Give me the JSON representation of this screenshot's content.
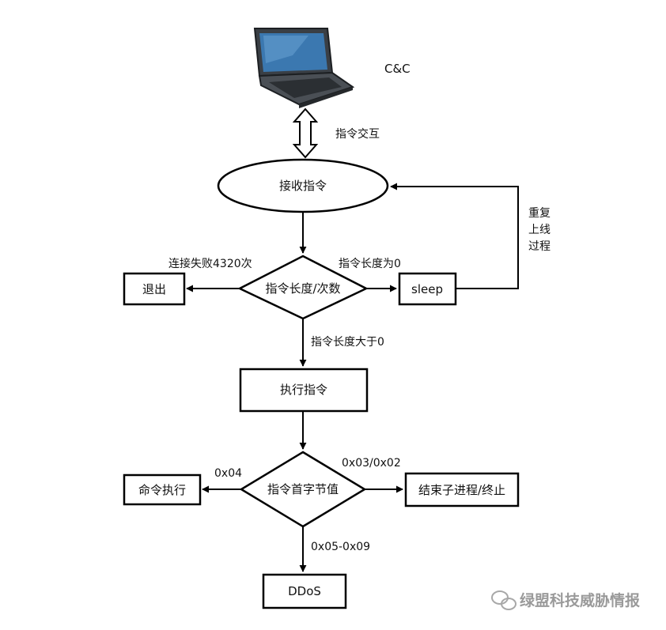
{
  "nodes": {
    "cc": "C&C",
    "receive": "接收指令",
    "check": "指令长度/次数",
    "exit": "退出",
    "sleep": "sleep",
    "execute": "执行指令",
    "first_byte": "指令首字节值",
    "cmd_exec": "命令执行",
    "terminate": "结束子进程/终止",
    "ddos": "DDoS"
  },
  "edges": {
    "interaction": "指令交互",
    "fail": "连接失败4320次",
    "zero": "指令长度为0",
    "positive": "指令长度大于0",
    "op04": "0x04",
    "op0302": "0x03/0x02",
    "op0509": "0x05-0x09",
    "relaunch": [
      "重复",
      "上线",
      "过程"
    ]
  },
  "watermark": "绿盟科技威胁情报"
}
